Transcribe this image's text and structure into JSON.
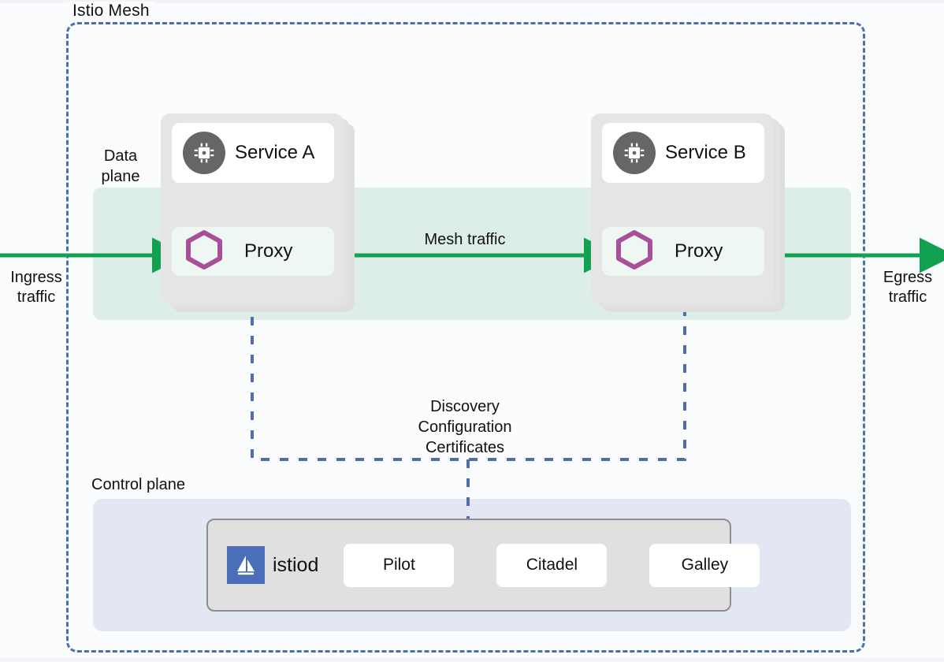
{
  "diagram": {
    "title": "Istio Mesh",
    "mesh_border_color": "#4e6fa8",
    "traffic_color": "#12a150",
    "control_color": "#4e6fa8"
  },
  "zones": {
    "data_plane_label": "Data\nplane",
    "control_plane_label": "Control plane"
  },
  "traffic": {
    "ingress_label": "Ingress\ntraffic",
    "egress_label": "Egress\ntraffic",
    "mesh_label": "Mesh traffic"
  },
  "control_flow": {
    "label": "Discovery\nConfiguration\nCertificates"
  },
  "pods": [
    {
      "id": "pod-a",
      "service_name": "Service A",
      "service_icon": "chip-icon",
      "proxy_name": "Proxy",
      "proxy_icon": "hexagon-icon"
    },
    {
      "id": "pod-b",
      "service_name": "Service B",
      "service_icon": "chip-icon",
      "proxy_name": "Proxy",
      "proxy_icon": "hexagon-icon"
    }
  ],
  "istiod": {
    "name": "istiod",
    "logo_icon": "istio-sailboat-icon",
    "components": [
      {
        "label": "Pilot"
      },
      {
        "label": "Citadel"
      },
      {
        "label": "Galley"
      }
    ]
  }
}
